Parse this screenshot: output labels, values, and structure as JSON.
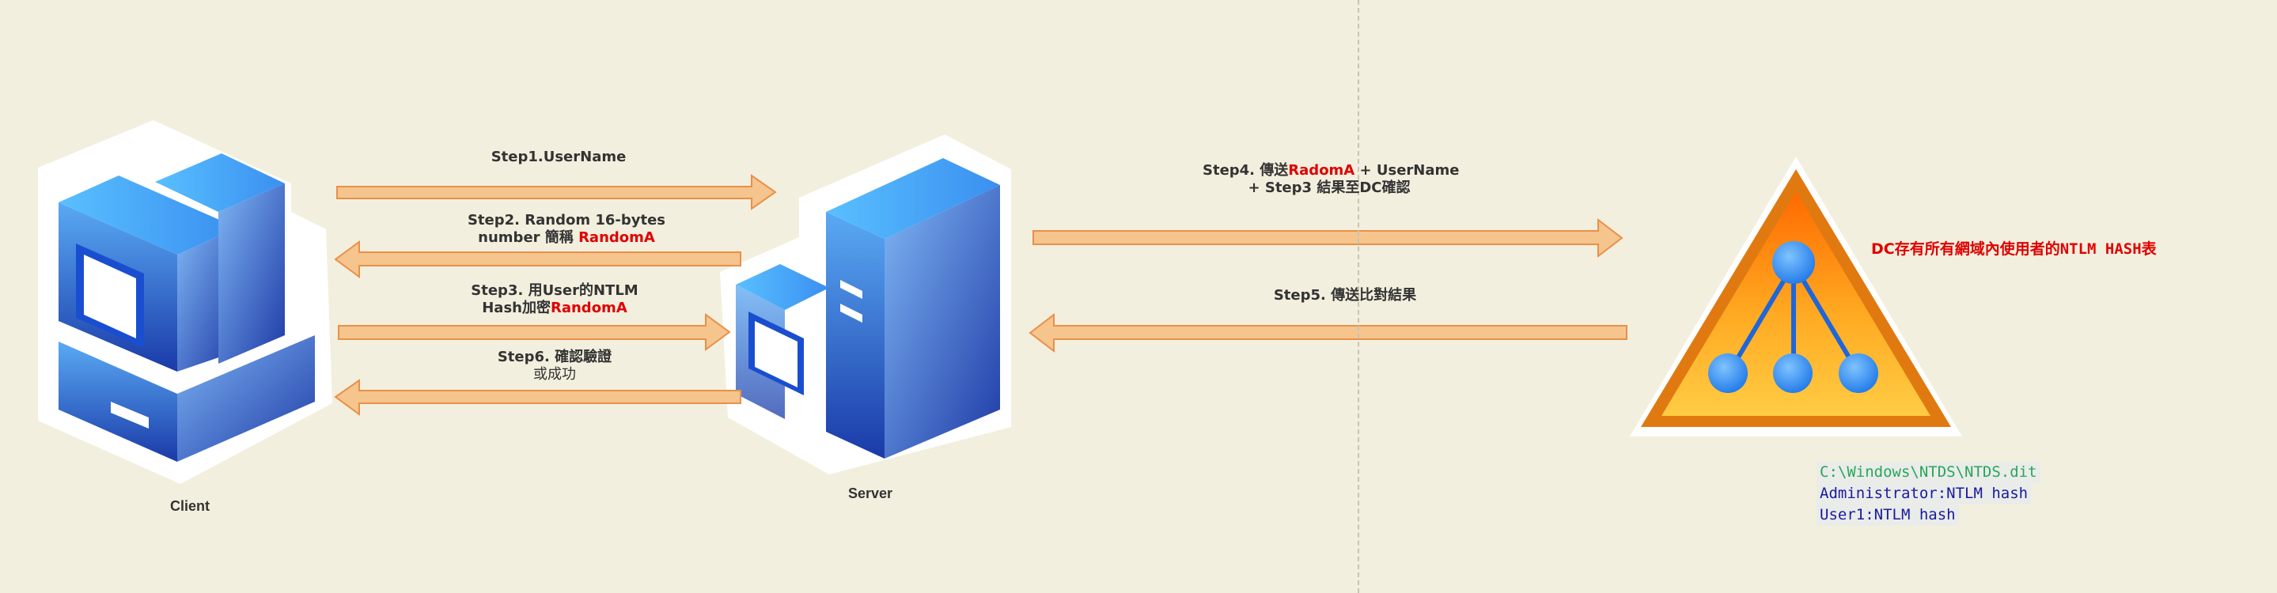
{
  "nodes": {
    "client": "Client",
    "server": "Server"
  },
  "steps": {
    "step1": "Step1.UserName",
    "step2_line1": "Step2. Random 16-bytes",
    "step2_line2_pre": "number 簡稱 ",
    "step2_line2_red": "RandomA",
    "step3_line1": "Step3. 用User的NTLM",
    "step3_line2_pre": "Hash加密",
    "step3_line2_red": "RandomA",
    "step4_line1_pre": "Step4. 傳送",
    "step4_line1_red": "RadomA",
    "step4_line1_post": " + UserName",
    "step4_line2": "+ Step3 結果至DC確認",
    "step5": "Step5. 傳送比對結果",
    "step6_line1": "Step6. 確認驗證",
    "step6_line2": "或成功"
  },
  "dc_note": {
    "pre": "DC存有所有網域內使用者的",
    "mono": "NTLM HASH",
    "post": "表"
  },
  "ntds": {
    "path": "C:\\Windows\\NTDS\\NTDS.dit",
    "line1": "Administrator:NTLM hash",
    "line2": "User1:NTLM hash"
  },
  "colors": {
    "background": "#f3efde",
    "arrow_fill": "#f5c58d",
    "arrow_stroke": "#e8904a",
    "highlight_red": "#e00000",
    "dc_triangle": "#f08c14"
  }
}
